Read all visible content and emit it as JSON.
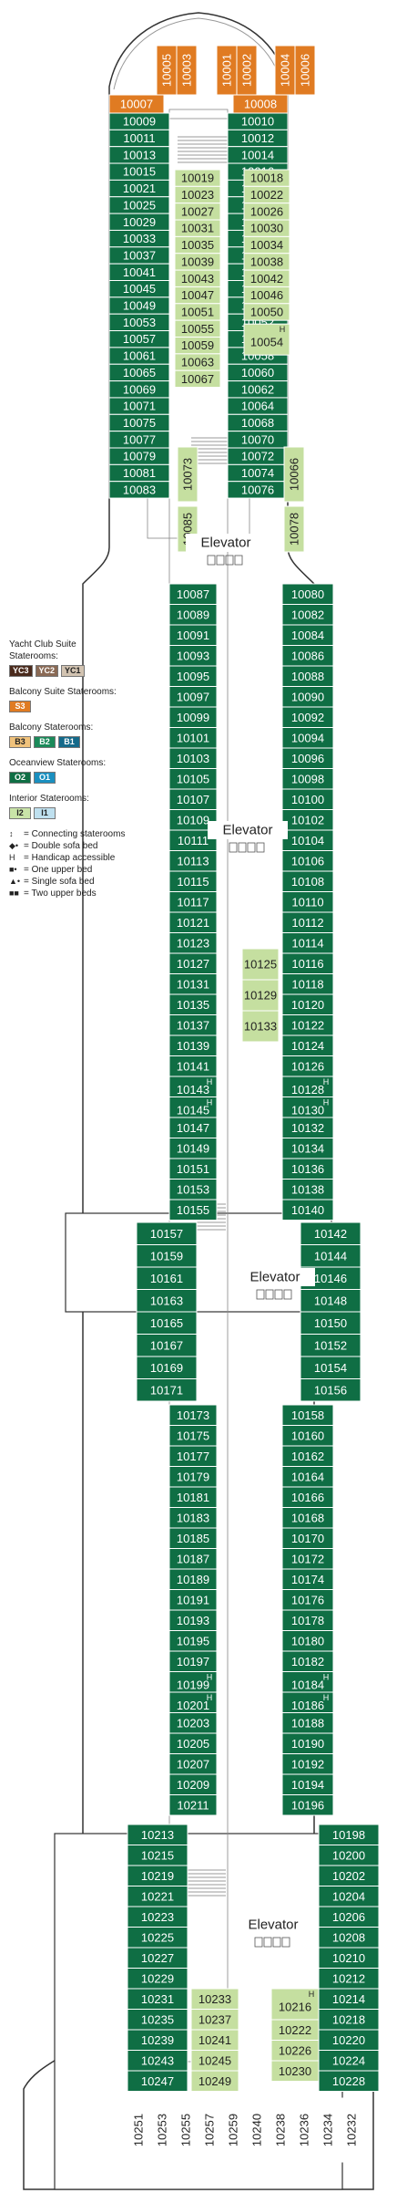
{
  "colors": {
    "yc3": "#4a2a1c",
    "yc2": "#8a6a55",
    "yc1": "#d2c3b1",
    "s3": "#e07b22",
    "b3": "#f0c27b",
    "b2": "#1b8a5a",
    "b1": "#156a8a",
    "o2": "#0f6e44",
    "o1": "#1a8fbf",
    "i2": "#c9e4a8",
    "i1": "#bfe0ef",
    "hull": "#ffffff",
    "line": "#333333",
    "corridor": "#ffffff",
    "inner_block": "#c5dfa0"
  },
  "legend": {
    "yacht_title": "Yacht Club Suite Staterooms:",
    "yacht_codes": [
      "YC3",
      "YC2",
      "YC1"
    ],
    "balcony_suite_title": "Balcony Suite Staterooms:",
    "balcony_suite_codes": [
      "S3"
    ],
    "balcony_title": "Balcony Staterooms:",
    "balcony_codes": [
      "B3",
      "B2",
      "B1"
    ],
    "oceanview_title": "Oceanview Staterooms:",
    "oceanview_codes": [
      "O2",
      "O1"
    ],
    "interior_title": "Interior Staterooms:",
    "interior_codes": [
      "I2",
      "I1"
    ],
    "keys": [
      {
        "icon": "connecting-icon",
        "glyph": "↕",
        "label": "= Connecting staterooms"
      },
      {
        "icon": "double-sofa-bed-icon",
        "glyph": "◆•",
        "label": "= Double sofa bed"
      },
      {
        "icon": "handicap-icon",
        "glyph": "H",
        "label": "= Handicap accessible"
      },
      {
        "icon": "one-upper-bed-icon",
        "glyph": "■•",
        "label": "= One upper bed"
      },
      {
        "icon": "single-sofa-bed-icon",
        "glyph": "▲•",
        "label": "= Single sofa bed"
      },
      {
        "icon": "two-upper-beds-icon",
        "glyph": "■■",
        "label": "= Two upper beds"
      }
    ]
  },
  "labels": {
    "elevator": "Elevator",
    "handicap": "H"
  },
  "forward": {
    "top_suites": [
      "10005",
      "10003",
      "10001",
      "10002",
      "10004",
      "10006"
    ],
    "corner_left": "10007",
    "corner_right": "10008"
  },
  "columns": {
    "sec1_left_outer": [
      "10009",
      "10011",
      "10013",
      "10015",
      "10021",
      "10025",
      "10029",
      "10033",
      "10037",
      "10041",
      "10045",
      "10049",
      "10053",
      "10057",
      "10061",
      "10065",
      "10069",
      "10071",
      "10075",
      "10077",
      "10079",
      "10081",
      "10083"
    ],
    "sec1_right_outer": [
      "10010",
      "10012",
      "10014",
      "10016",
      "10020",
      "10024",
      "10028",
      "10032",
      "10036",
      "10040",
      "10044",
      "10048",
      "10052",
      "10056",
      "10058",
      "10060",
      "10062",
      "10064",
      "10068",
      "10070",
      "10072",
      "10074",
      "10076"
    ],
    "sec1_left_inner": [
      "10019",
      "10023",
      "10027",
      "10031",
      "10035",
      "10039",
      "10043",
      "10047",
      "10051",
      "10055",
      "10059",
      "10063",
      "10067"
    ],
    "sec1_right_inner": [
      "10018",
      "10022",
      "10026",
      "10030",
      "10034",
      "10038",
      "10042",
      "10046",
      "10050"
    ],
    "sec1_right_inner_handicap": "10054",
    "sec1_vertical": [
      "10073",
      "10085",
      "10066",
      "10078"
    ],
    "sec2_left": [
      "10087",
      "10089",
      "10091",
      "10093",
      "10095",
      "10097",
      "10099",
      "10101",
      "10103",
      "10105",
      "10107",
      "10109",
      "10111",
      "10113",
      "10115",
      "10117",
      "10121",
      "10123",
      "10127",
      "10131",
      "10135",
      "10137",
      "10139",
      "10141",
      "10143",
      "10145",
      "10147",
      "10149",
      "10151",
      "10153",
      "10155"
    ],
    "sec2_right": [
      "10080",
      "10082",
      "10084",
      "10086",
      "10088",
      "10090",
      "10092",
      "10094",
      "10096",
      "10098",
      "10100",
      "10102",
      "10104",
      "10106",
      "10108",
      "10110",
      "10112",
      "10114",
      "10116",
      "10118",
      "10120",
      "10122",
      "10124",
      "10126",
      "10128",
      "10130",
      "10132",
      "10134",
      "10136",
      "10138",
      "10140"
    ],
    "sec2_center": [
      "10125",
      "10129",
      "10133"
    ],
    "sec3_left": [
      "10157",
      "10159",
      "10161",
      "10163",
      "10165",
      "10167",
      "10169",
      "10171"
    ],
    "sec3_right": [
      "10142",
      "10144",
      "10146",
      "10148",
      "10150",
      "10152",
      "10154",
      "10156"
    ],
    "sec4_left": [
      "10173",
      "10175",
      "10177",
      "10179",
      "10181",
      "10183",
      "10185",
      "10187",
      "10189",
      "10191",
      "10193",
      "10195",
      "10197",
      "10199",
      "10201",
      "10203",
      "10205",
      "10207",
      "10209",
      "10211"
    ],
    "sec4_right": [
      "10158",
      "10160",
      "10162",
      "10164",
      "10166",
      "10168",
      "10170",
      "10172",
      "10174",
      "10176",
      "10178",
      "10180",
      "10182",
      "10184",
      "10186",
      "10188",
      "10190",
      "10192",
      "10194",
      "10196"
    ],
    "sec5_left_outer": [
      "10213",
      "10215",
      "10219",
      "10221",
      "10223",
      "10225",
      "10227",
      "10229",
      "10231",
      "10235",
      "10239",
      "10243",
      "10247"
    ],
    "sec5_right_outer": [
      "10198",
      "10200",
      "10202",
      "10204",
      "10206",
      "10208",
      "10210",
      "10212",
      "10214",
      "10218",
      "10220",
      "10224",
      "10228"
    ],
    "sec5_left_inner": [
      "10233",
      "10237",
      "10241",
      "10245",
      "10249"
    ],
    "sec5_right_inner_handicap": "10216",
    "sec5_right_inner": [
      "10222",
      "10226",
      "10230"
    ],
    "stern": [
      "10251",
      "10253",
      "10255",
      "10257",
      "10259",
      "10240",
      "10238",
      "10236",
      "10234",
      "10232"
    ]
  },
  "handicap_cabins": [
    "10054",
    "10143",
    "10145",
    "10128",
    "10130",
    "10199",
    "10201",
    "10184",
    "10186",
    "10216"
  ]
}
